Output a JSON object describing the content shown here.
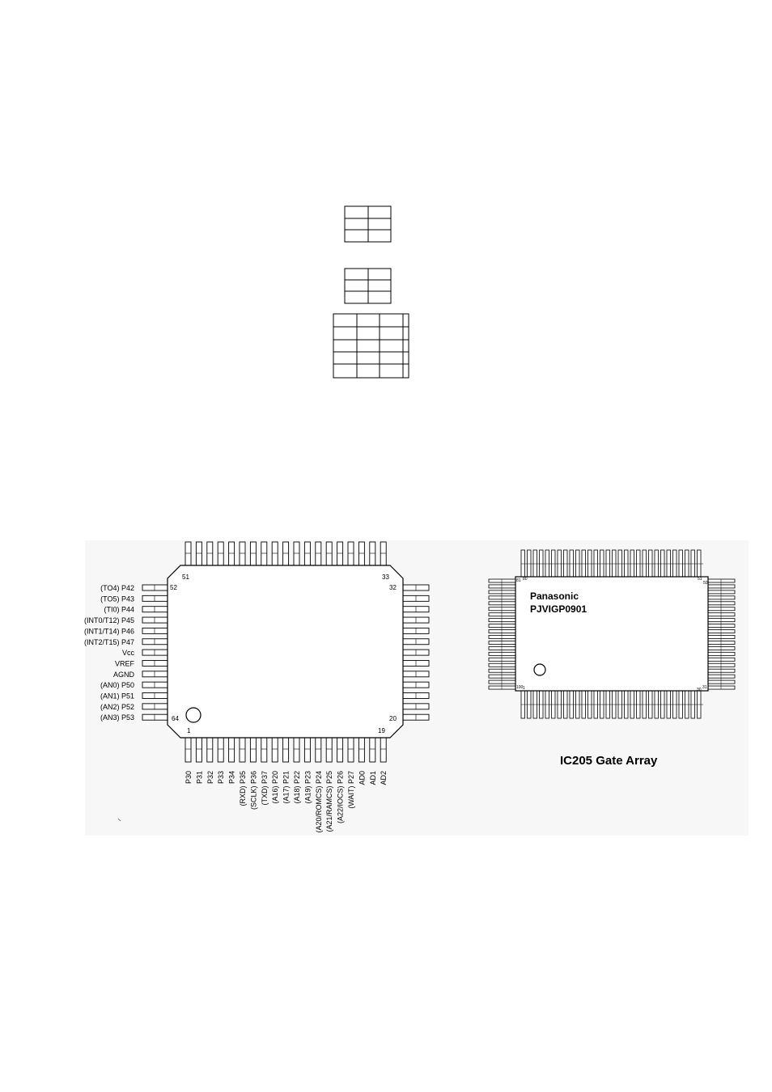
{
  "cpu": {
    "left_pins": [
      "(TO4) P42",
      "(TO5) P43",
      "(TI0) P44",
      "(INT0/T12) P45",
      "(INT1/T14) P46",
      "(INT2/T15) P47",
      "Vcc",
      "VREF",
      "AGND",
      "(AN0) P50",
      "(AN1) P51",
      "(AN2) P52",
      "(AN3) P53"
    ],
    "bottom_pins": [
      "P30",
      "P31",
      "P32",
      "P33",
      "P34",
      "(RXD) P35",
      "(SCLK) P36",
      "(TXD) P37",
      "(A16) P20",
      "(A17) P21",
      "(A18) P22",
      "(A19) P23",
      "(A20/ROMCS) P24",
      "(A21/RAMCS) P25",
      "(A22/IOCS) P26",
      "(WAIT) P27",
      "AD0",
      "AD1",
      "AD2"
    ],
    "corner_numbers": {
      "n51": "51",
      "n33": "33",
      "n52": "52",
      "n32": "32",
      "n64": "64",
      "n20": "20",
      "n1": "1",
      "n19": "19"
    }
  },
  "gate_array": {
    "marking_line1": "Panasonic",
    "marking_line2": "PJVIGP0901",
    "caption": "IC205 Gate Array",
    "corner_numbers": {
      "n81": "81",
      "n80": "80",
      "n51": "51",
      "n50": "50",
      "n100": "100",
      "n1": "1",
      "n30": "30",
      "n31": "31"
    }
  }
}
